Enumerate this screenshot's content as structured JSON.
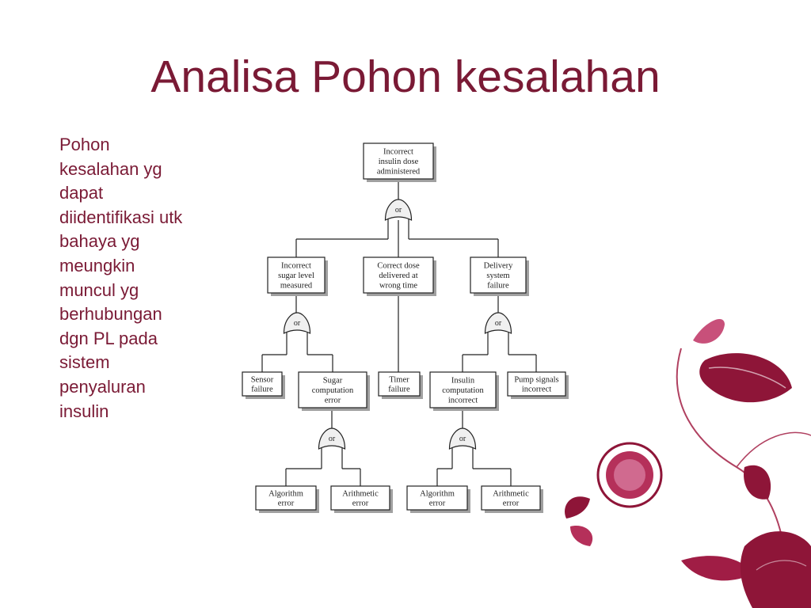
{
  "slide": {
    "title": "Analisa Pohon kesalahan",
    "body_lines": [
      "Pohon",
      "kesalahan yg",
      "dapat",
      "diidentifikasi utk",
      "bahaya yg",
      "meungkin",
      "muncul  yg",
      "berhubungan",
      "dgn PL pada",
      "sistem",
      "penyaluran",
      "insulin"
    ]
  },
  "fault_tree": {
    "gate_label": "or",
    "events": {
      "top": [
        "Incorrect",
        "insulin dose",
        "administered"
      ],
      "incorrect_sugar_level": [
        "Incorrect",
        "sugar level",
        "measured"
      ],
      "correct_dose_wrong_time": [
        "Correct dose",
        "delivered at",
        "wrong time"
      ],
      "delivery_system_failure": [
        "Delivery",
        "system",
        "failure"
      ],
      "sensor_failure": [
        "Sensor",
        "failure"
      ],
      "sugar_computation_error": [
        "Sugar",
        "computation",
        "error"
      ],
      "timer_failure": [
        "Timer",
        "failure"
      ],
      "insulin_computation_incorrect": [
        "Insulin",
        "computation",
        "incorrect"
      ],
      "pump_signals_incorrect": [
        "Pump signals",
        "incorrect"
      ],
      "algorithm_error_1": [
        "Algorithm",
        "error"
      ],
      "arithmetic_error_1": [
        "Arithmetic",
        "error"
      ],
      "algorithm_error_2": [
        "Algorithm",
        "error"
      ],
      "arithmetic_error_2": [
        "Arithmetic",
        "error"
      ]
    }
  },
  "colors": {
    "accent": "#7a1a35",
    "box_shadow": "#a0a0a0",
    "line": "#222222",
    "gate_fill": "#f0f0f0",
    "decoration_dark": "#8e1538",
    "decoration_light": "#c8507a"
  }
}
